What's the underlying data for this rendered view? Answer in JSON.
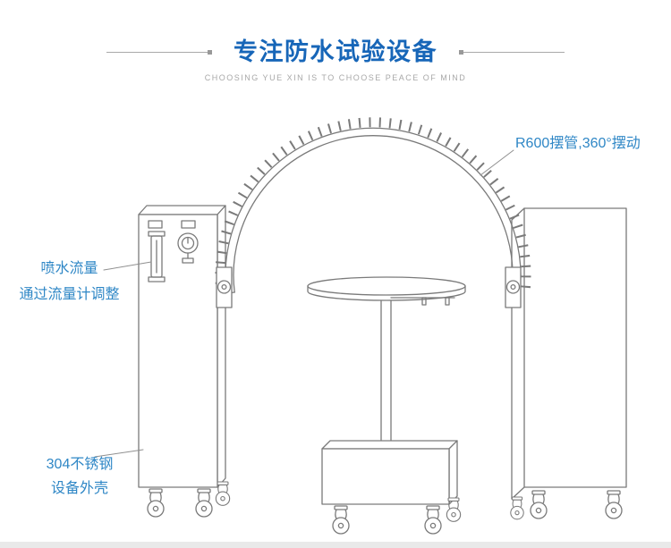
{
  "header": {
    "title": "专注防水试验设备",
    "subtitle": "CHOOSING YUE XIN IS TO CHOOSE PEACE OF MIND"
  },
  "callouts": {
    "swing_pipe": "R600摆管,360°摆动",
    "spray_flow_line1": "喷水流量",
    "spray_flow_line2": "通过流量计调整",
    "steel_shell_line1": "304不锈钢",
    "steel_shell_line2": "设备外壳"
  },
  "diagram": {
    "parts": [
      "left-cabinet",
      "swing-pipe-arc-with-nozzles",
      "turntable",
      "base-box",
      "right-cabinet",
      "casters"
    ]
  },
  "colors": {
    "title_blue": "#1766b8",
    "callout_blue": "#2f87c6",
    "line_gray": "#7a7a7a",
    "decor_gray": "#a9a9a9"
  }
}
